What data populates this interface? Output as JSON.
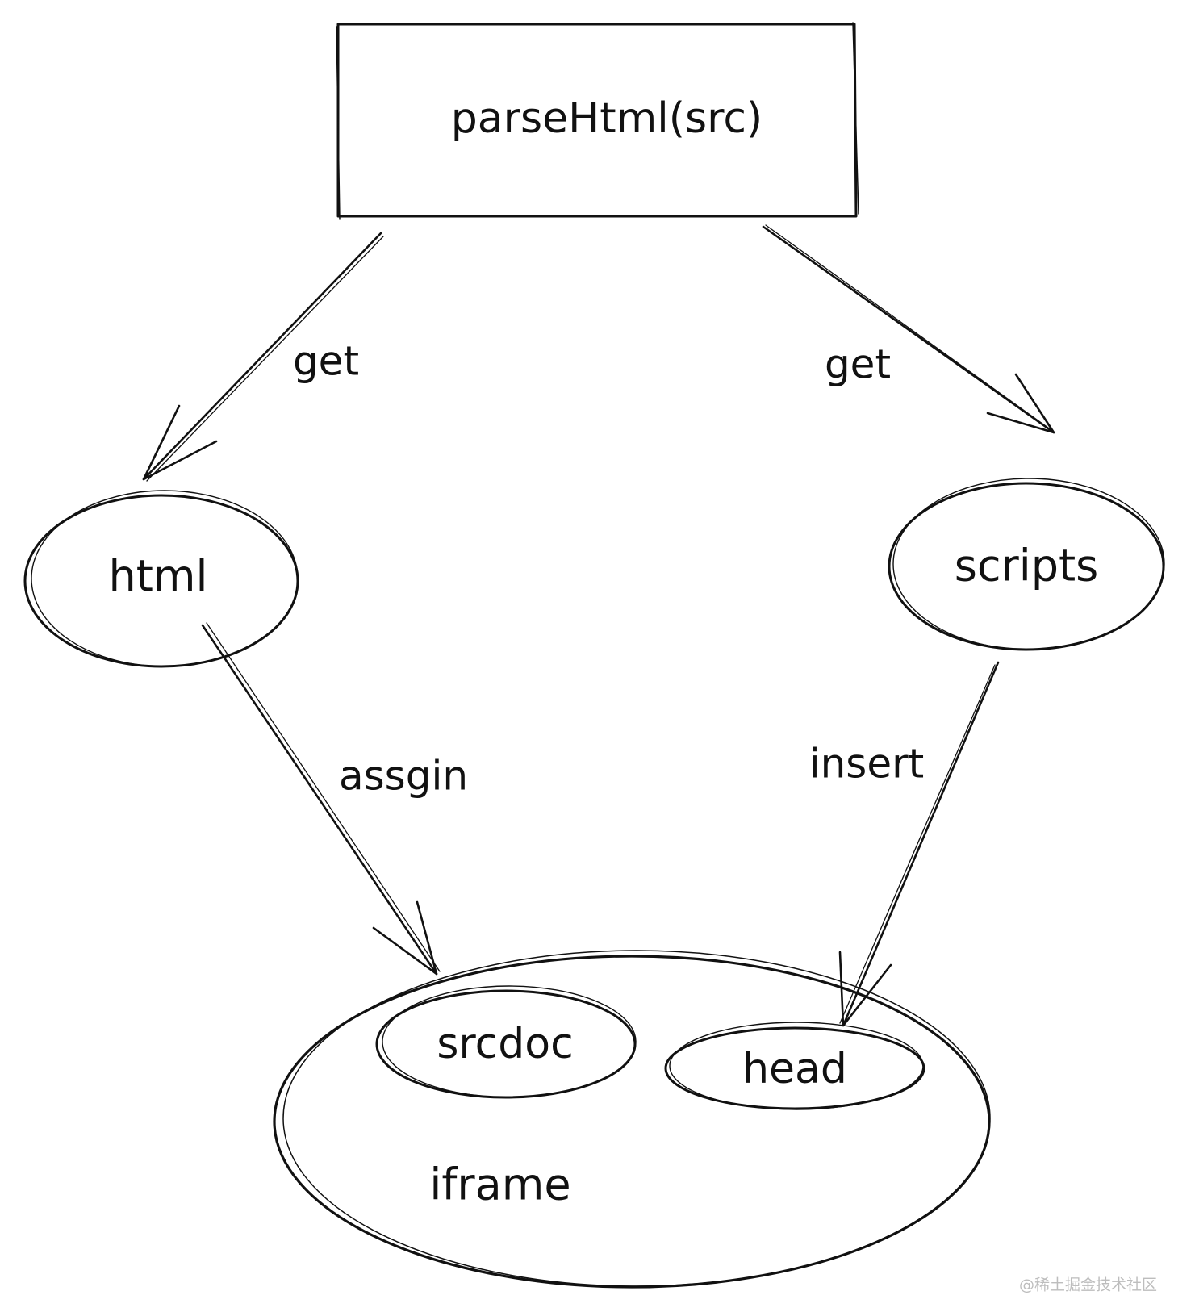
{
  "nodes": {
    "parse_box": {
      "label": "parseHtml(src)"
    },
    "html": {
      "label": "html"
    },
    "scripts": {
      "label": "scripts"
    },
    "iframe": {
      "label": "iframe"
    },
    "srcdoc": {
      "label": "srcdoc"
    },
    "head": {
      "label": "head"
    }
  },
  "edges": {
    "parse_to_html": {
      "label": "get"
    },
    "parse_to_scripts": {
      "label": "get"
    },
    "html_to_srcdoc": {
      "label": "assgin"
    },
    "scripts_to_head": {
      "label": "insert"
    }
  },
  "watermark": "@稀土掘金技术社区",
  "colors": {
    "ink": "#111111",
    "background": "#ffffff",
    "watermark": "#bdbdbd"
  }
}
